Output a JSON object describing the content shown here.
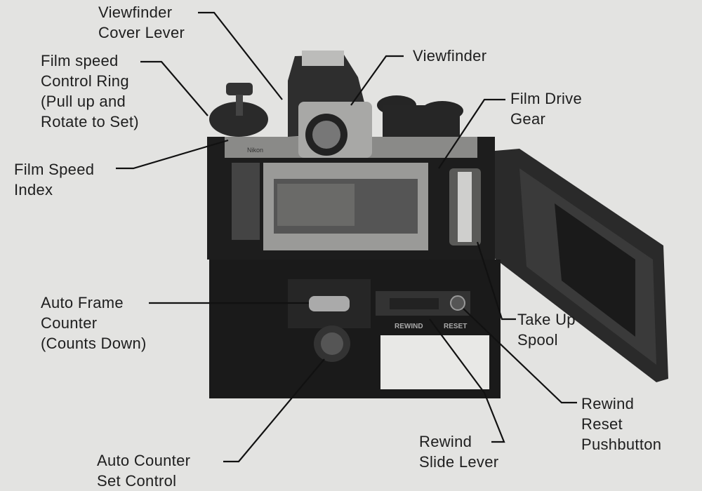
{
  "title": "Camera with motor drive, back open",
  "camera_markings": {
    "brand": "Nikon",
    "rewind": "REWIND",
    "reset": "RESET"
  },
  "callouts": [
    {
      "id": "viewfinder-cover-lever",
      "lines": [
        "Viewfinder",
        "Cover Lever"
      ]
    },
    {
      "id": "film-speed-control-ring",
      "lines": [
        "Film speed",
        "Control Ring",
        "(Pull up and",
        "Rotate to Set)"
      ]
    },
    {
      "id": "viewfinder",
      "lines": [
        "Viewfinder"
      ]
    },
    {
      "id": "film-drive-gear",
      "lines": [
        "Film Drive",
        "Gear"
      ]
    },
    {
      "id": "film-speed-index",
      "lines": [
        "Film Speed",
        "Index"
      ]
    },
    {
      "id": "auto-frame-counter",
      "lines": [
        "Auto Frame",
        "Counter",
        "(Counts Down)"
      ]
    },
    {
      "id": "take-up-spool",
      "lines": [
        "Take Up",
        "Spool"
      ]
    },
    {
      "id": "rewind-reset-pushbutton",
      "lines": [
        "Rewind",
        "Reset",
        "Pushbutton"
      ]
    },
    {
      "id": "rewind-slide-lever",
      "lines": [
        "Rewind",
        "Slide Lever"
      ]
    },
    {
      "id": "auto-counter-set-control",
      "lines": [
        "Auto Counter",
        "Set Control"
      ]
    }
  ]
}
